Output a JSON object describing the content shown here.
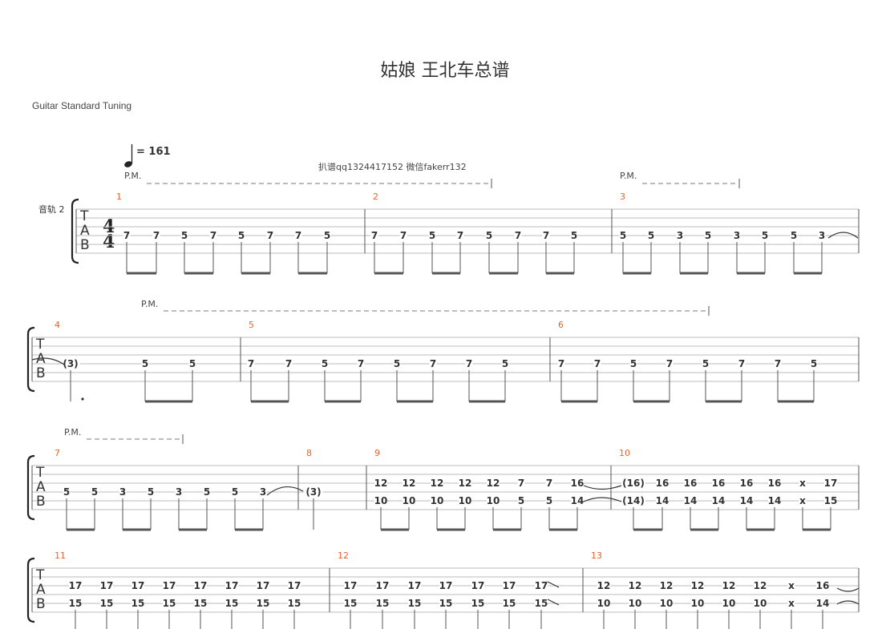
{
  "title": "姑娘 王北车总谱",
  "tuning": "Guitar Standard Tuning",
  "tempo": "= 161",
  "track_name": "音轨 2",
  "annotation": "扒谱qq1324417152 微信fakerr132",
  "time_signature": {
    "top": "4",
    "bottom": "4"
  },
  "tab_letters": [
    "T",
    "A",
    "B"
  ],
  "palm_mute": "P.M.",
  "colors": {
    "measure_number": "#e8632c",
    "staff_line": "#bbbbbb",
    "text": "#333333"
  },
  "systems": [
    {
      "measures": [
        {
          "number": "1",
          "notes": [
            [
              "7"
            ],
            [
              "7"
            ],
            [
              "5"
            ],
            [
              "7"
            ],
            [
              "5"
            ],
            [
              "7"
            ],
            [
              "7"
            ],
            [
              "5"
            ]
          ]
        },
        {
          "number": "2",
          "notes": [
            [
              "7"
            ],
            [
              "7"
            ],
            [
              "5"
            ],
            [
              "7"
            ],
            [
              "5"
            ],
            [
              "7"
            ],
            [
              "7"
            ],
            [
              "5"
            ]
          ]
        },
        {
          "number": "3",
          "notes": [
            [
              "5"
            ],
            [
              "5"
            ],
            [
              "3"
            ],
            [
              "5"
            ],
            [
              "3"
            ],
            [
              "5"
            ],
            [
              "5"
            ],
            [
              "3"
            ]
          ]
        }
      ]
    },
    {
      "measures": [
        {
          "number": "4",
          "notes": [
            [
              "(3)"
            ],
            [
              "5"
            ],
            [
              "5"
            ]
          ]
        },
        {
          "number": "5",
          "notes": [
            [
              "7"
            ],
            [
              "7"
            ],
            [
              "5"
            ],
            [
              "7"
            ],
            [
              "5"
            ],
            [
              "7"
            ],
            [
              "7"
            ],
            [
              "5"
            ]
          ]
        },
        {
          "number": "6",
          "notes": [
            [
              "7"
            ],
            [
              "7"
            ],
            [
              "5"
            ],
            [
              "7"
            ],
            [
              "5"
            ],
            [
              "7"
            ],
            [
              "7"
            ],
            [
              "5"
            ]
          ]
        }
      ]
    },
    {
      "measures": [
        {
          "number": "7",
          "notes": [
            [
              "5"
            ],
            [
              "5"
            ],
            [
              "3"
            ],
            [
              "5"
            ],
            [
              "3"
            ],
            [
              "5"
            ],
            [
              "5"
            ],
            [
              "3"
            ]
          ]
        },
        {
          "number": "8",
          "notes": [
            [
              "(3)"
            ]
          ]
        },
        {
          "number": "9",
          "notes": [
            [
              "12",
              "10"
            ],
            [
              "12",
              "10"
            ],
            [
              "12",
              "10"
            ],
            [
              "12",
              "10"
            ],
            [
              "12",
              "10"
            ],
            [
              "7",
              "5"
            ],
            [
              "7",
              "5"
            ],
            [
              "16",
              "14"
            ]
          ]
        },
        {
          "number": "10",
          "notes": [
            [
              "(16)",
              "(14)"
            ],
            [
              "16",
              "14"
            ],
            [
              "16",
              "14"
            ],
            [
              "16",
              "14"
            ],
            [
              "16",
              "14"
            ],
            [
              "16",
              "14"
            ],
            [
              "x",
              "x"
            ],
            [
              "17",
              "15"
            ]
          ]
        }
      ]
    },
    {
      "measures": [
        {
          "number": "11",
          "notes": [
            [
              "17",
              "15"
            ],
            [
              "17",
              "15"
            ],
            [
              "17",
              "15"
            ],
            [
              "17",
              "15"
            ],
            [
              "17",
              "15"
            ],
            [
              "17",
              "15"
            ],
            [
              "17",
              "15"
            ],
            [
              "17",
              "15"
            ]
          ]
        },
        {
          "number": "12",
          "notes": [
            [
              "17",
              "15"
            ],
            [
              "17",
              "15"
            ],
            [
              "17",
              "15"
            ],
            [
              "17",
              "15"
            ],
            [
              "17",
              "15"
            ],
            [
              "17",
              "15"
            ],
            [
              "17",
              "15"
            ]
          ]
        },
        {
          "number": "13",
          "notes": [
            [
              "12",
              "10"
            ],
            [
              "12",
              "10"
            ],
            [
              "12",
              "10"
            ],
            [
              "12",
              "10"
            ],
            [
              "12",
              "10"
            ],
            [
              "12",
              "10"
            ],
            [
              "x",
              "x"
            ],
            [
              "16",
              "14"
            ]
          ]
        }
      ]
    }
  ]
}
